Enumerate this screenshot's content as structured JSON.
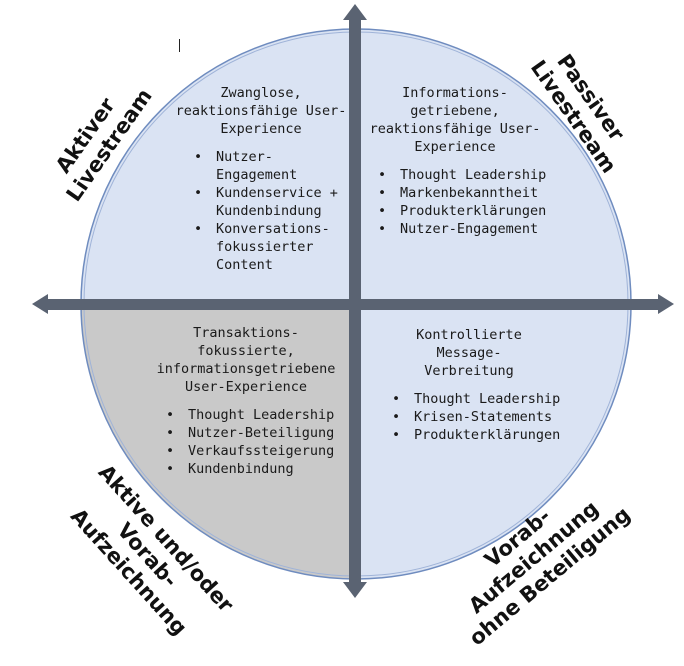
{
  "colors": {
    "quadrant_fill": "#dae3f3",
    "shaded_quadrant_fill": "#c9c9c9",
    "circle_outline": "#6f8cbf",
    "arrow": "#5a6372"
  },
  "quadrants": {
    "top_left": {
      "title": "Zwanglose,\nreaktionsfähige User-\nExperience",
      "bullets": [
        "Nutzer-\nEngagement",
        "Kundenservice +\nKundenbindung",
        "Konversations-\nfokussierter\nContent"
      ]
    },
    "top_right": {
      "title": "Informations-\ngetriebene,\nreaktionsfähige User-\nExperience",
      "bullets": [
        "Thought Leadership",
        "Markenbekanntheit",
        "Produkterklärungen",
        "Nutzer-Engagement"
      ]
    },
    "bottom_left": {
      "title": "Transaktions-\nfokussierte,\ninformationsgetriebene\nUser-Experience",
      "bullets": [
        "Thought Leadership",
        "Nutzer-Beteiligung",
        "Verkaufssteigerung",
        "Kundenbindung"
      ]
    },
    "bottom_right": {
      "title": "Kontrollierte\nMessage-\nVerbreitung",
      "bullets": [
        "Thought Leadership",
        "Krisen-Statements",
        "Produkterklärungen"
      ]
    }
  },
  "corner_labels": {
    "top_left": "Aktiver\nLivestream",
    "top_right": "Passiver\nLivestream",
    "bottom_left": "Aktive und/oder\nVorab-Aufzeichnung",
    "bottom_right": "Vorab-Aufzeichnung\nohne Beteiligung"
  }
}
